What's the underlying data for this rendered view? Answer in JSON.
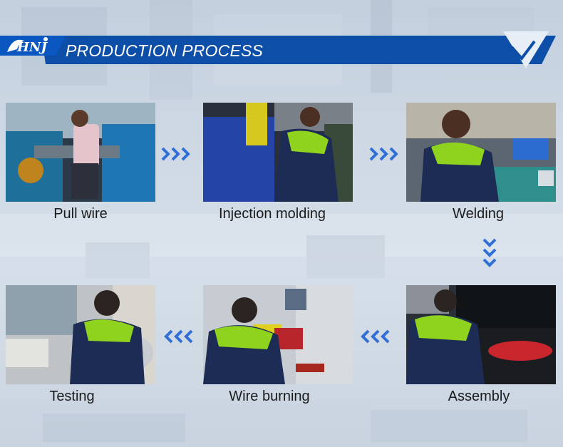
{
  "header": {
    "title": "PRODUCTION PROCESS"
  },
  "steps": [
    {
      "label": "Pull wire"
    },
    {
      "label": "Injection molding"
    },
    {
      "label": "Welding"
    },
    {
      "label": "Assembly"
    },
    {
      "label": "Wire burning"
    },
    {
      "label": "Testing"
    }
  ],
  "colors": {
    "banner": "#0c4ea8",
    "arrow": "#2f6fd6",
    "accent_vest": "#8fd31e",
    "uniform": "#1d2c55"
  }
}
